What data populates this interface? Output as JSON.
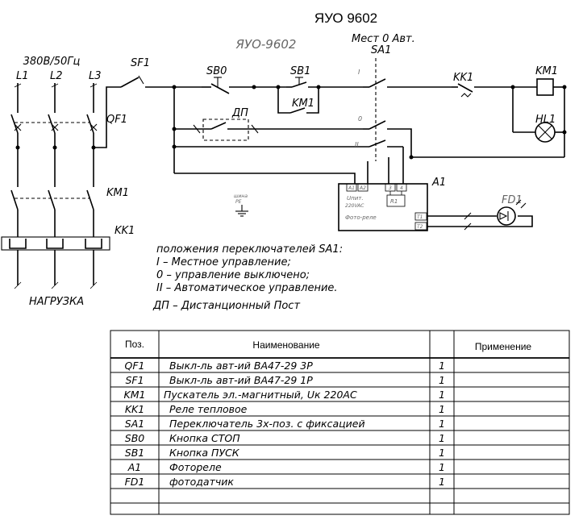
{
  "title": "ЯУО 9602",
  "diagram": {
    "stamp": "ЯУО-9602",
    "supply": "380В/50Гц",
    "phases": [
      "L1",
      "L2",
      "L3"
    ],
    "labels": {
      "qf1": "QF1",
      "sf1": "SF1",
      "km1_main": "KM1",
      "kk1_main": "KK1",
      "load": "НАГРУЗКА",
      "sb0": "SB0",
      "sb1": "SB1",
      "km1_hold": "KM1",
      "dp": "ДП",
      "sa1_modes": "Мест 0 Авт.",
      "sa1": "SA1",
      "kk1_ctrl": "KK1",
      "km1_coil": "KM1",
      "hl1": "HL1",
      "a1": "A1",
      "fd1": "FD1",
      "ground_a": "шина",
      "ground_b": "PE",
      "relay_t_a1": "A1",
      "relay_t_a2": "A2",
      "relay_t_3": "3",
      "relay_t_4": "4",
      "relay_upit": "Uпит.",
      "relay_volt": "220VAC",
      "relay_r1": "R1",
      "relay_name": "Фото-реле",
      "relay_t1": "T1",
      "relay_t2": "T2",
      "sa1_pos_i": "I",
      "sa1_pos_ii": "II",
      "sa1_pos_0": "0"
    },
    "notes": [
      "положения переключателей SA1:",
      "I – Местное управление;",
      "0 – управление выключено;",
      "II – Автоматическое управление."
    ],
    "dp_note": "ДП – Дистанционный Пост"
  },
  "table": {
    "headers": [
      "Поз.",
      "Наименование",
      "",
      "Применение"
    ],
    "rows": [
      {
        "pos": "QF1",
        "name": "Выкл-ль авт-ий ВА47-29 3Р",
        "qty": "1"
      },
      {
        "pos": "SF1",
        "name": "Выкл-ль авт-ий ВА47-29 1Р",
        "qty": "1"
      },
      {
        "pos": "KM1",
        "name": "Пускатель эл.-магнитный, Uк 220АС",
        "qty": "1"
      },
      {
        "pos": "KK1",
        "name": "Реле тепловое",
        "qty": "1"
      },
      {
        "pos": "SA1",
        "name": "Переключатель 3х-поз. с фиксацией",
        "qty": "1"
      },
      {
        "pos": "SB0",
        "name": "Кнопка СТОП",
        "qty": "1"
      },
      {
        "pos": "SB1",
        "name": "Кнопка ПУСК",
        "qty": "1"
      },
      {
        "pos": "A1",
        "name": "Фотореле",
        "qty": "1"
      },
      {
        "pos": "FD1",
        "name": "фотодатчик",
        "qty": "1"
      }
    ]
  }
}
